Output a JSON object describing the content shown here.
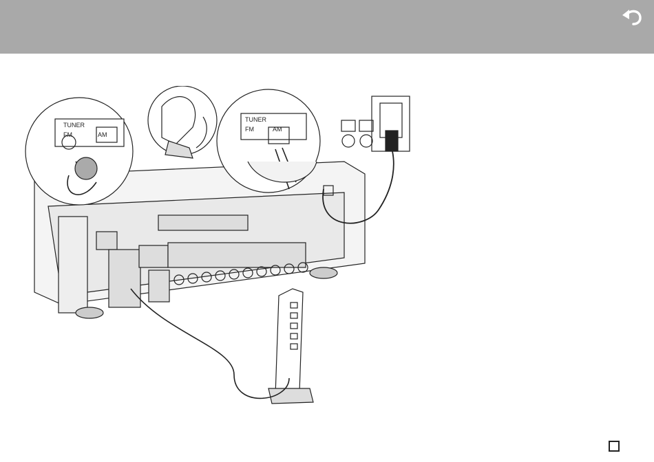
{
  "header": {
    "background_color": "#a9a9a9",
    "back_icon": "return-arrow-icon"
  },
  "illustration": {
    "tuner_label_left": "TUNER",
    "fm_label_left": "FM",
    "am_label_left": "AM",
    "tuner_label_right": "TUNER",
    "fm_label_right": "FM",
    "am_label_right": "AM",
    "icons": [
      "am-loop-antenna-icon",
      "fm-antenna-plug-icon",
      "power-outlet-icon",
      "network-router-icon",
      "av-receiver-rear-panel-icon"
    ]
  },
  "footer": {
    "page_number": ""
  }
}
